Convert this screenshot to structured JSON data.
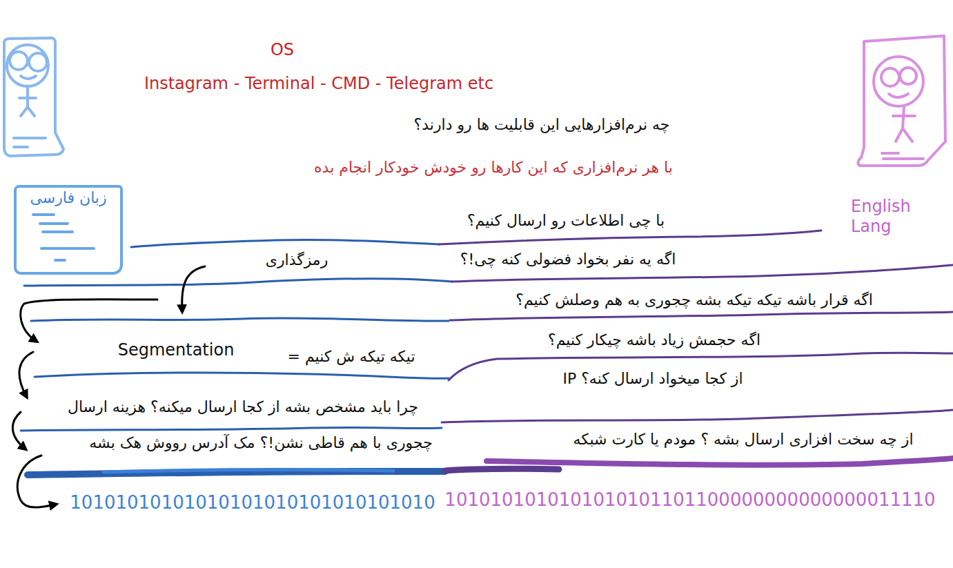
{
  "diagram": {
    "title": "OS",
    "nodes": [
      {
        "text": [
          "زبان فارسی"
        ]
      }
    ],
    "labels": [
      "Instagram - Terminal - CMD - Telegram etc",
      "چه نرم‌افزارهایی این قابلیت ها رو دارند؟",
      "با هر نرم‌افزاری که این کارها رو خودش خودکار انجام بده",
      "English Lang",
      "با چی اطلاعات رو ارسال کنیم؟",
      "رمزگذاری",
      "اگه یه نفر بخواد فضولی کنه چی!؟",
      "اگه قرار باشه تیکه تیکه بشه چجوری به هم وصلش کنیم؟",
      "Segmentation",
      "تیکه تیکه ش کنیم =",
      "اگه حجمش زیاد باشه چیکار کنیم؟",
      "از کجا میخواد ارسال کنه؟ IP",
      "چرا باید مشخص بشه از کجا ارسال میکنه؟ هزینه ارسال",
      "چجوری با هم قاطی نشن!؟ مک آدرس رووش هک بشه",
      "از چه سخت افزاری ارسال بشه ؟ مودم یا کارت شبکه",
      "10101010101010101010101010101010",
      "1010101010101010101101100000000000000011110"
    ]
  }
}
